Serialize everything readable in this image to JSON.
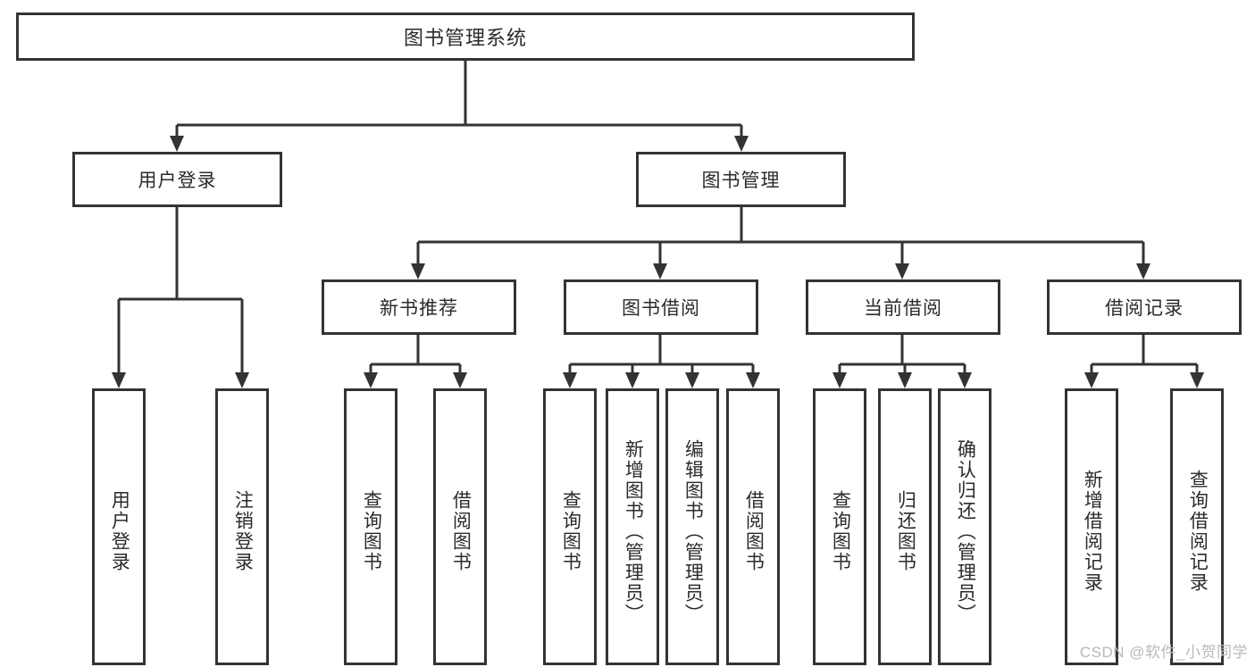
{
  "diagram": {
    "title": "图书管理系统",
    "type": "tree-hierarchy-diagram",
    "colors": {
      "stroke": "#333333",
      "box_fill": "#ffffff",
      "text": "#2b2b2b",
      "watermark": "#b9b9b9"
    },
    "root": {
      "label": "图书管理系统"
    },
    "level2": [
      {
        "id": "user-login",
        "label": "用户登录"
      },
      {
        "id": "book-management",
        "label": "图书管理"
      }
    ],
    "level3": [
      {
        "id": "new-book-recommend",
        "label": "新书推荐",
        "parent": "book-management"
      },
      {
        "id": "book-borrow",
        "label": "图书借阅",
        "parent": "book-management"
      },
      {
        "id": "current-borrow",
        "label": "当前借阅",
        "parent": "book-management"
      },
      {
        "id": "borrow-record",
        "label": "借阅记录",
        "parent": "book-management"
      }
    ],
    "leaves": [
      {
        "id": "leaf-user-login",
        "label": "用户登录",
        "parent": "user-login"
      },
      {
        "id": "leaf-logout-login",
        "label": "注销登录",
        "parent": "user-login"
      },
      {
        "id": "leaf-query-book-1",
        "label": "查询图书",
        "parent": "new-book-recommend"
      },
      {
        "id": "leaf-borrow-book-1",
        "label": "借阅图书",
        "parent": "new-book-recommend"
      },
      {
        "id": "leaf-query-book-2",
        "label": "查询图书",
        "parent": "book-borrow"
      },
      {
        "id": "leaf-add-book",
        "label": "新增图书（管理员）",
        "parent": "book-borrow"
      },
      {
        "id": "leaf-edit-book",
        "label": "编辑图书（管理员）",
        "parent": "book-borrow"
      },
      {
        "id": "leaf-borrow-book-2",
        "label": "借阅图书",
        "parent": "book-borrow"
      },
      {
        "id": "leaf-query-book-3",
        "label": "查询图书",
        "parent": "current-borrow"
      },
      {
        "id": "leaf-return-book",
        "label": "归还图书",
        "parent": "current-borrow"
      },
      {
        "id": "leaf-confirm-return",
        "label": "确认归还（管理员）",
        "parent": "current-borrow"
      },
      {
        "id": "leaf-add-record",
        "label": "新增借阅记录",
        "parent": "borrow-record"
      },
      {
        "id": "leaf-query-record",
        "label": "查询借阅记录",
        "parent": "borrow-record"
      }
    ],
    "watermark": "CSDN @软件_小贺同学"
  }
}
